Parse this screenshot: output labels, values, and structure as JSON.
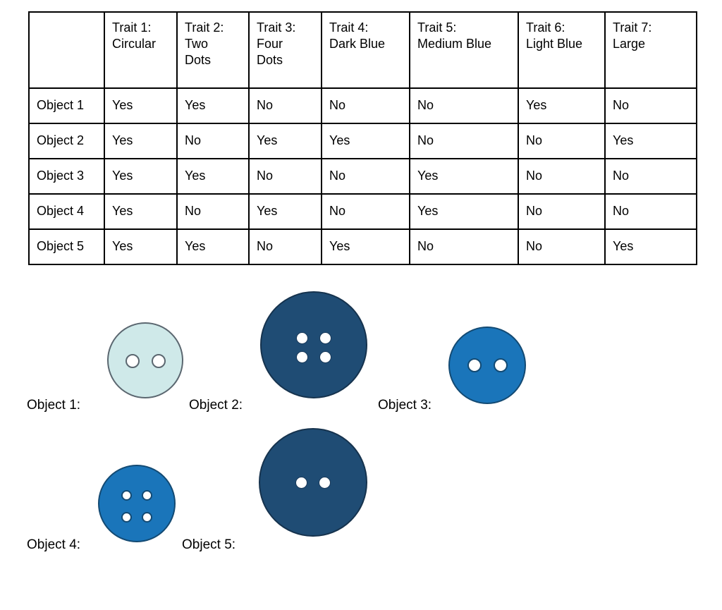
{
  "table": {
    "headers": [
      "",
      "Trait 1:\nCircular",
      "Trait 2:\nTwo\nDots",
      "Trait 3:\nFour\nDots",
      "Trait 4:\nDark Blue",
      "Trait 5:\nMedium Blue",
      "Trait 6:\nLight Blue",
      "Trait 7:\nLarge"
    ],
    "rows": [
      {
        "label": "Object 1",
        "values": [
          "Yes",
          "Yes",
          "No",
          "No",
          "No",
          "Yes",
          "No"
        ]
      },
      {
        "label": "Object 2",
        "values": [
          "Yes",
          "No",
          "Yes",
          "Yes",
          "No",
          "No",
          "Yes"
        ]
      },
      {
        "label": "Object 3",
        "values": [
          "Yes",
          "Yes",
          "No",
          "No",
          "Yes",
          "No",
          "No"
        ]
      },
      {
        "label": "Object 4",
        "values": [
          "Yes",
          "No",
          "Yes",
          "No",
          "Yes",
          "No",
          "No"
        ]
      },
      {
        "label": "Object 5",
        "values": [
          "Yes",
          "Yes",
          "No",
          "Yes",
          "No",
          "No",
          "Yes"
        ]
      }
    ]
  },
  "colors": {
    "dark_blue": "#1f4c74",
    "medium_blue": "#1a75ba",
    "light_blue": "#cfe9e9",
    "dark_blue_stroke": "#16334e",
    "medium_blue_stroke": "#134a73",
    "light_blue_stroke": "#5b6770",
    "hole_fill": "#ffffff"
  },
  "objects": [
    {
      "label": "Object 1:",
      "color": "light blue",
      "dots": "two",
      "size": "small",
      "fill": "#cfe9e9",
      "stroke": "#5b6770",
      "dot_stroke": "#5b6770"
    },
    {
      "label": "Object 2:",
      "color": "dark blue",
      "dots": "four",
      "size": "large",
      "fill": "#1f4c74",
      "stroke": "#16334e",
      "dot_stroke": "#1a3a5a"
    },
    {
      "label": "Object 3:",
      "color": "medium blue",
      "dots": "two",
      "size": "small",
      "fill": "#1a75ba",
      "stroke": "#134a73",
      "dot_stroke": "#134a73"
    },
    {
      "label": "Object 4:",
      "color": "medium blue",
      "dots": "four",
      "size": "small",
      "fill": "#1a75ba",
      "stroke": "#134a73",
      "dot_stroke": "#134a73"
    },
    {
      "label": "Object 5:",
      "color": "dark blue",
      "dots": "two",
      "size": "large",
      "fill": "#1f4c74",
      "stroke": "#16334e",
      "dot_stroke": "#1a3a5a"
    }
  ]
}
